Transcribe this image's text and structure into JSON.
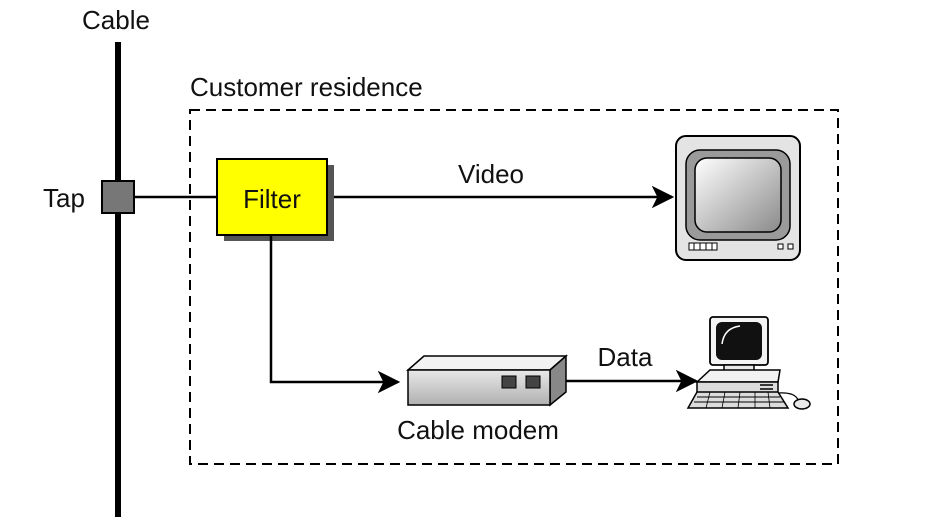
{
  "labels": {
    "cable": "Cable",
    "customer_residence": "Customer residence",
    "tap": "Tap",
    "filter": "Filter",
    "video": "Video",
    "data": "Data",
    "cable_modem": "Cable modem"
  },
  "colors": {
    "filter_fill": "#ffff00",
    "tap_fill": "#777777",
    "line": "#000000"
  },
  "icons": {
    "tv": "television-icon",
    "computer": "desktop-computer-icon",
    "modem": "cable-modem-icon"
  }
}
